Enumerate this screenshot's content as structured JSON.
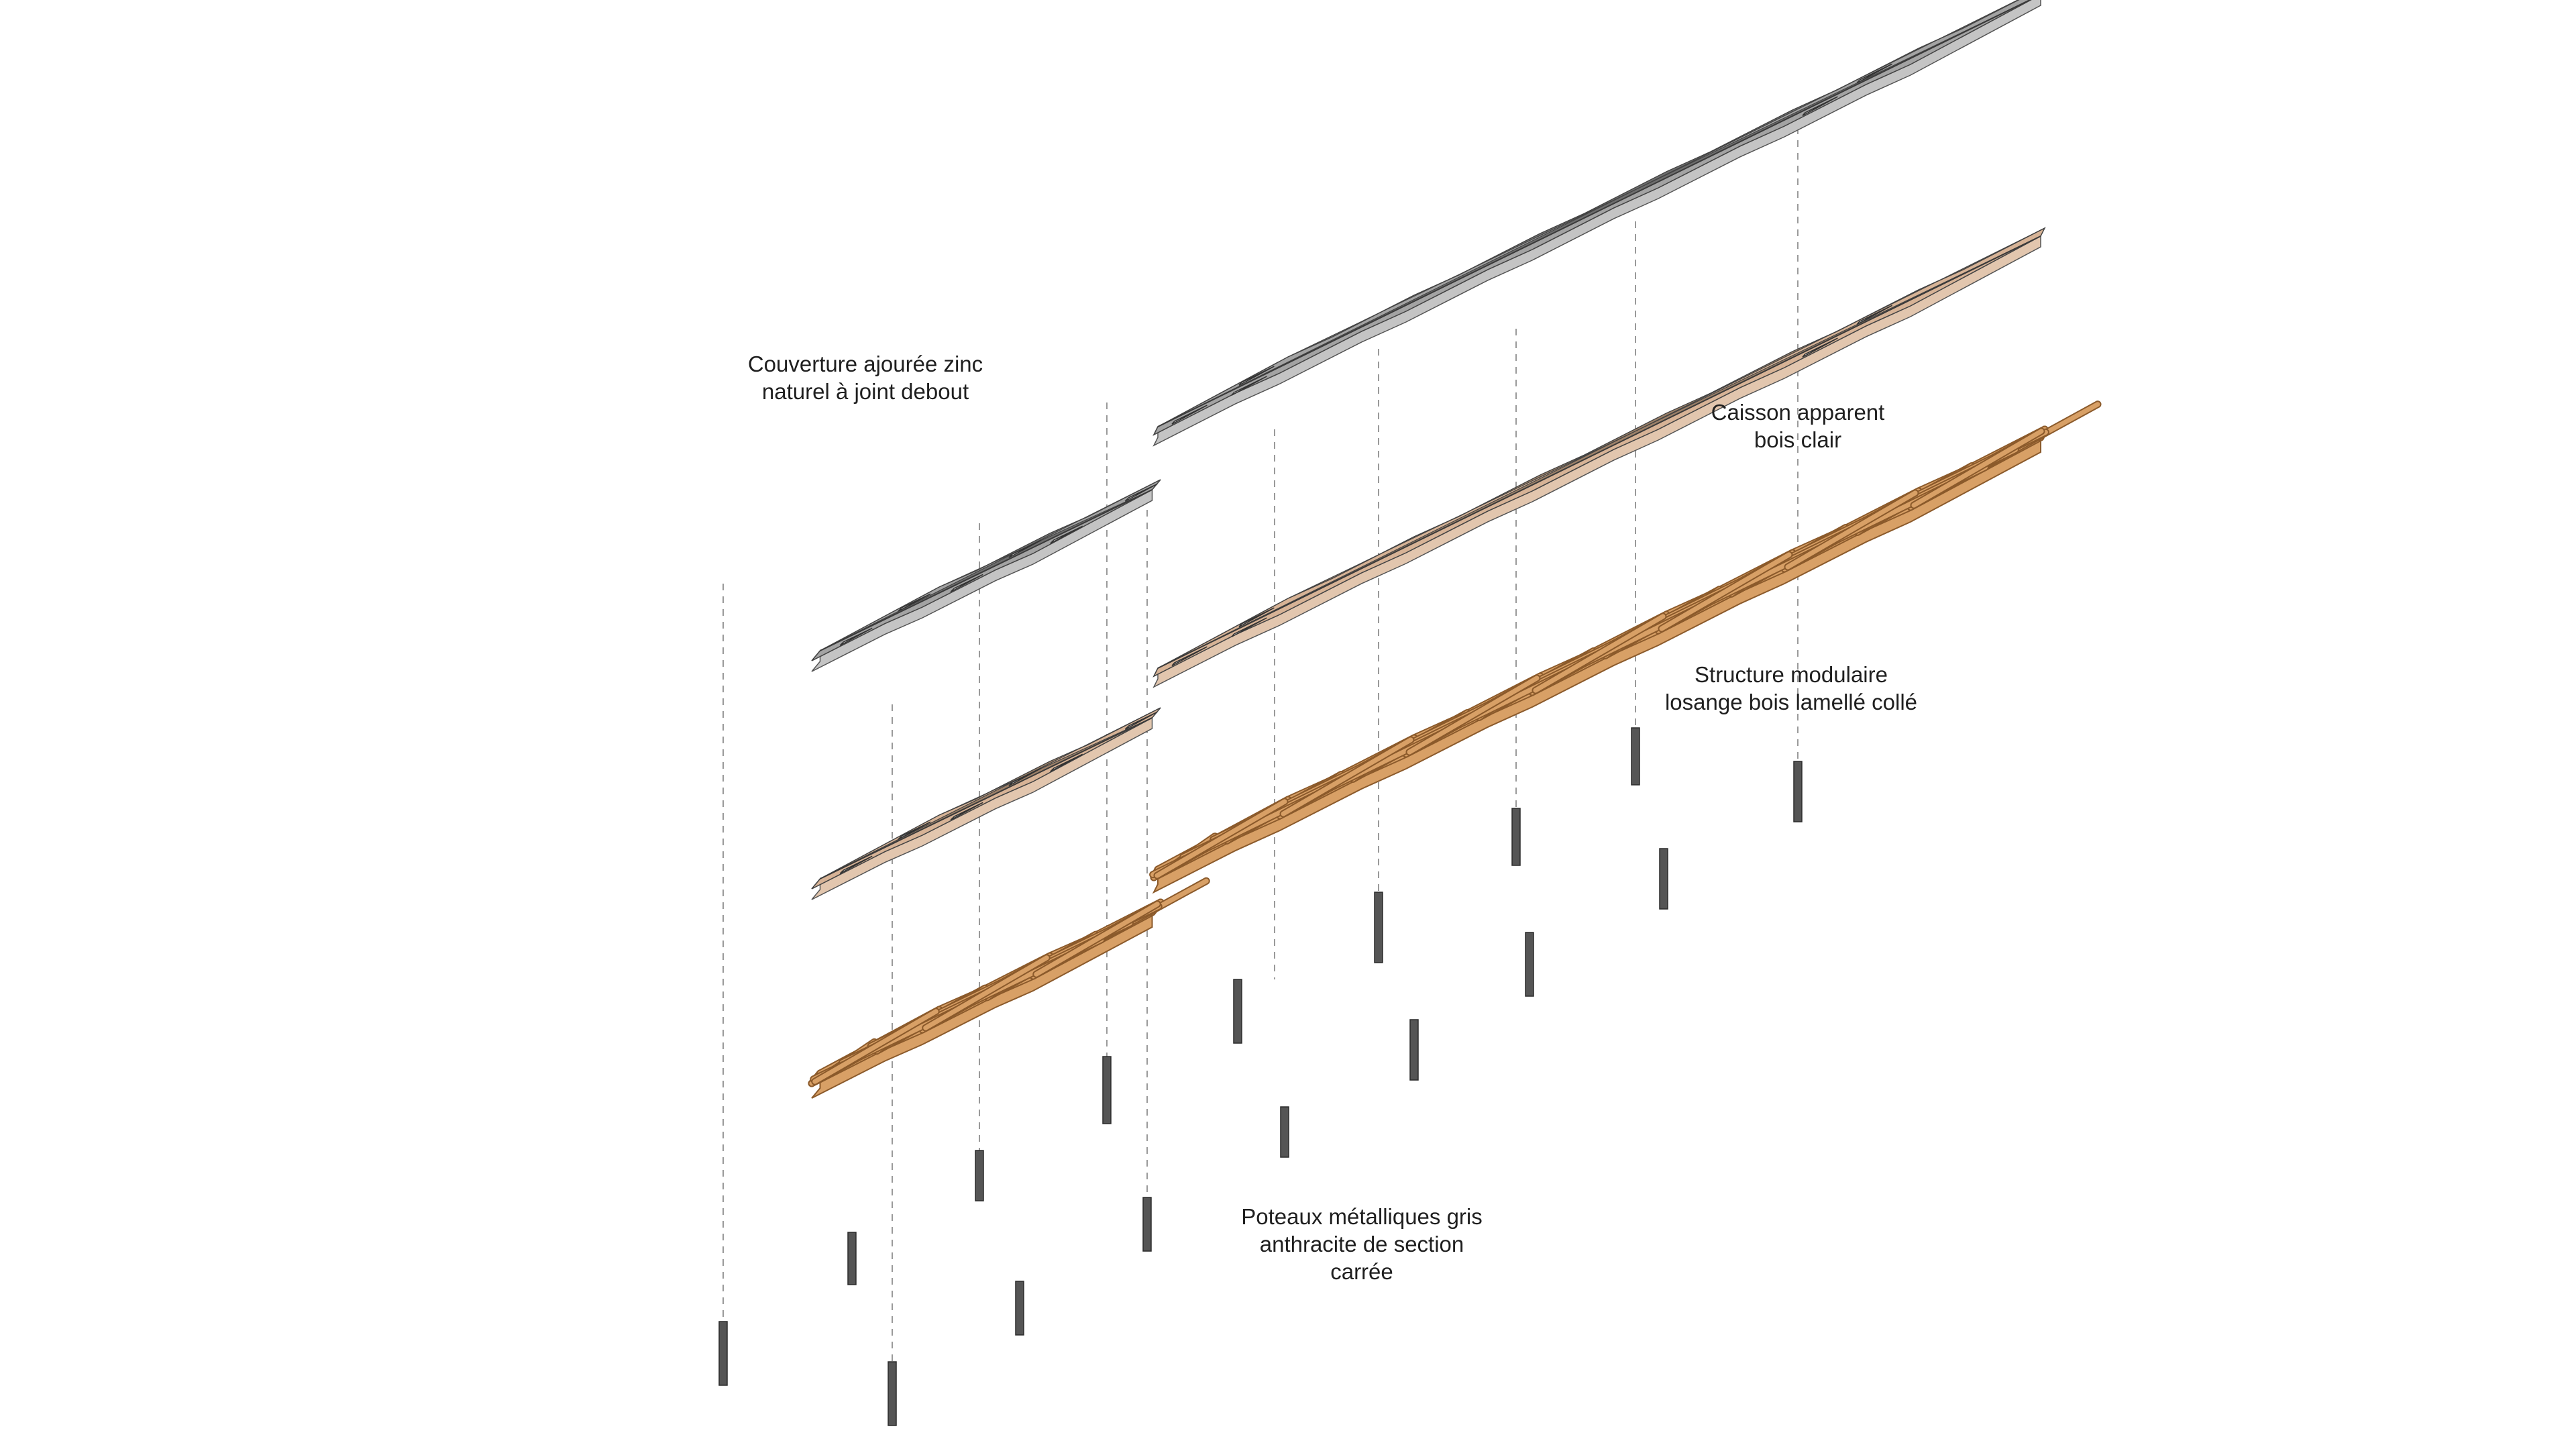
{
  "labels": {
    "roof": {
      "line1": "Couverture ajourée zinc",
      "line2": "naturel à joint debout"
    },
    "caisson": {
      "line1": "Caisson apparent",
      "line2": "bois clair"
    },
    "structure": {
      "line1": "Structure modulaire",
      "line2": "losange bois lamellé collé"
    },
    "posts": {
      "line1": "Poteaux métalliques gris",
      "line2": "anthracite de section",
      "line3": "carrée"
    }
  },
  "colors": {
    "zinc_light": "#a3a3a3",
    "zinc_dark": "#6d6d6d",
    "zinc_edge": "#c4c4c4",
    "wood_light": "#d7b396",
    "wood_dark": "#9c8068",
    "wood_edge": "#e2c6ae",
    "glulam": "#d8a066",
    "glulam_dark": "#8b5a2b",
    "post": "#555555",
    "guide": "#9a9a9a"
  }
}
